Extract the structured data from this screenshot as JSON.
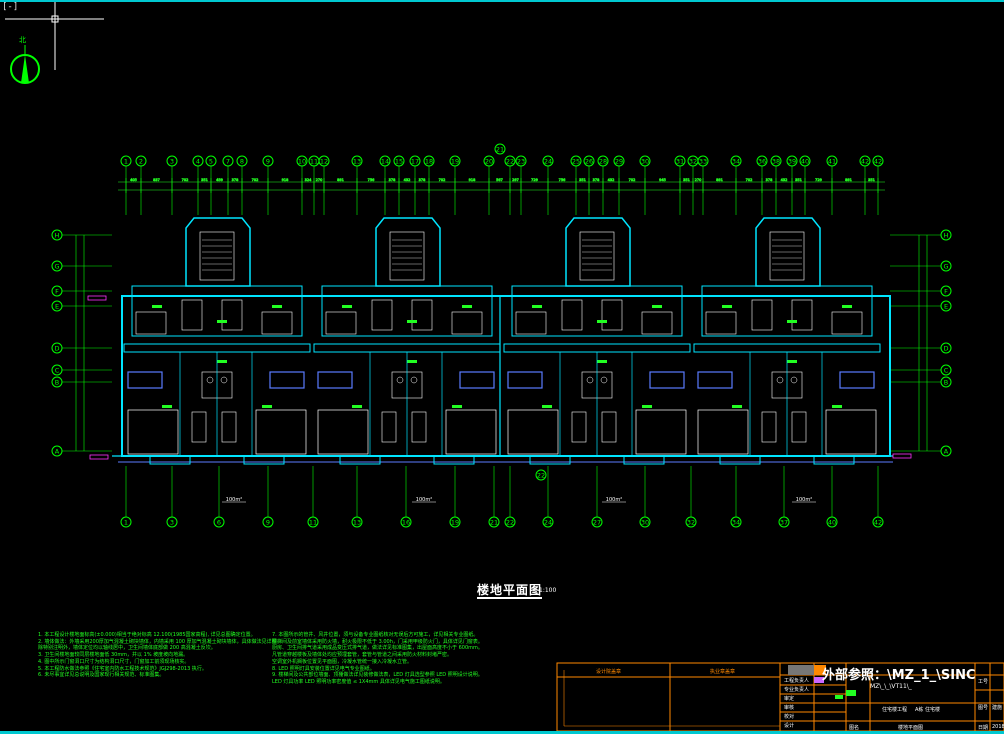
{
  "viewport_label": "[-]",
  "compass_label": "北",
  "drawing": {
    "title": "楼地平面图",
    "scale": "1:100"
  },
  "axes_top": [
    "1",
    "2",
    "3",
    "4",
    "5",
    "6",
    "7",
    "8",
    "9",
    "10",
    "11",
    "12",
    "13",
    "14",
    "15",
    "16",
    "17",
    "18",
    "19",
    "20",
    "21",
    "22",
    "23",
    "24",
    "25",
    "26",
    "27",
    "28",
    "29",
    "30",
    "31",
    "32",
    "33",
    "34",
    "35",
    "36",
    "37",
    "38",
    "39",
    "40",
    "41",
    "42"
  ],
  "axes_bottom": [
    "1",
    "3",
    "6",
    "9",
    "11",
    "13",
    "16",
    "19",
    "21",
    "22",
    "24",
    "27",
    "30",
    "32",
    "34",
    "37",
    "40",
    "42"
  ],
  "axis_mid_top": "21",
  "axis_mid_bottom": "22",
  "axes_left": [
    "H",
    "G",
    "F",
    "E",
    "D",
    "C",
    "B",
    "A"
  ],
  "unit_labels": [
    "100m²",
    "100m²",
    "100m²",
    "100m²"
  ],
  "notes_left": [
    "1. 本工程设计楼地面标高(±0.000)相当于绝对标高 12.100(1985国家高程), 详见总图确定位置。",
    "2. 墙体做法：外墙采用200厚加气混凝土砌块墙体，内墙采用 100 厚加气混凝土砌块墙体，具体做法见详图。",
    "   除特别注明外，墙体定位均以轴线居中，卫生间墙体底部做 200 高混凝土反坎。",
    "3. 卫生间楼地面较同层楼地面低 30mm，并以 1% 坡度坡向地漏。",
    "4. 图中所示门窗洞口尺寸为结构洞口尺寸，门窗加工前须现场核实。",
    "5. 本工程防水做法参照《住宅室内防水工程技术规范》JGJ298-2013 执行。",
    "6. 未尽事宜详见总说明及国家现行相关规范、标准图集。"
  ],
  "notes_right": [
    "7. 本图所示的管井、风井位置，须与设备专业图纸核对无误后方可施工，详见相关专业图纸。",
    "   楼梯间及前室墙体采用防火墙，耐火极限不低于 3.00h，门采用甲级防火门，具体详见门窗表。",
    "   厨房、卫生间排气道采用成品变压式排气道，做法详见标准图集，出屋面高度不小于 600mm。",
    "   凡管道穿越楼板及墙体处均应预埋套管，套管与管道之间采用防火材料封堵严密。",
    "   空调室外机搁板位置见平面图，冷凝水管统一接入冷凝水立管。",
    "8. LED 照明灯具安装位置详见电气专业图纸。",
    "9. 楼梯间及公共部位墙面、顶棚做法详见装修做法表，LED 灯具选型参照 LED 照明设计说明。",
    "   LED 灯具功率 LED 照明功率密度值 ≤ 1X4mm 具体详见电气施工图纸说明。"
  ],
  "title_block": {
    "col_headers": [
      "设计院盖章",
      "执业章盖章"
    ],
    "watermark": "外部参照：\\MZ_1_\\SINC",
    "sub_watermark": "MZ\\_\\_\\VT11\\_",
    "rows_left": [
      "工程负责人",
      "专业负责人",
      "审定",
      "审核",
      "校对",
      "设计"
    ],
    "project_name": "住宅楼工程",
    "project_sub": "A栋 住宅楼",
    "drawing_name": "楼地平面图",
    "right_labels": [
      "工号",
      "图号",
      "日期"
    ],
    "right_values": [
      "",
      "建施",
      "2018"
    ],
    "label_sheet": "图名"
  },
  "colors": {
    "axis_green": "#00ff00",
    "wall_cyan": "#00e5ff",
    "dim_green": "#22ff22",
    "title_orange": "#ff8800",
    "accent_magenta": "#ff33ff",
    "text_white": "#ffffff",
    "background": "#000000"
  },
  "icons": {
    "compass": "north-arrow-icon",
    "crosshair": "ucs-crosshair-icon"
  }
}
